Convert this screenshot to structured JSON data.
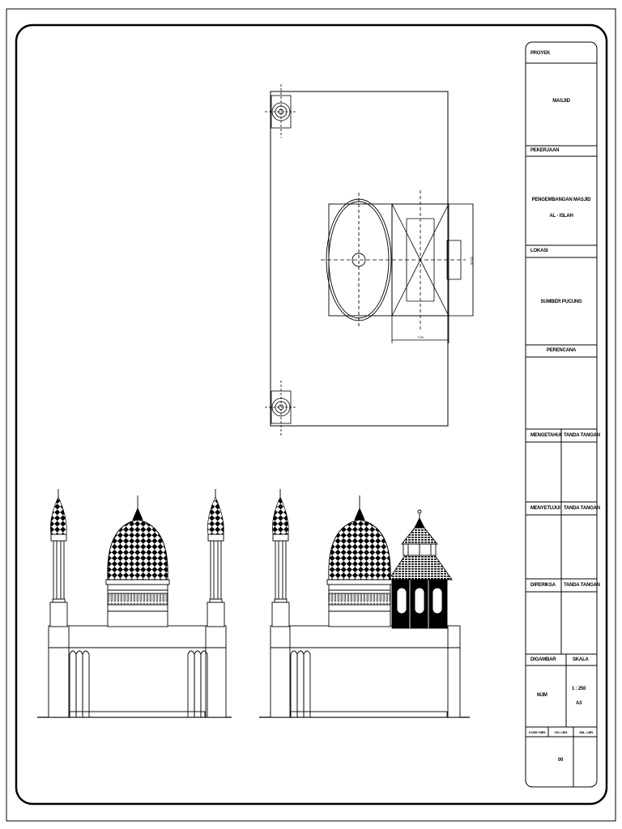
{
  "title_block": {
    "proyek_label": "PROYEK",
    "proyek_value": "MASJID",
    "pekerjaan_label": "PEKERJAAN",
    "pekerjaan_line1": "PENGEMBANGAN MASJID",
    "pekerjaan_line2": "AL - ISLAH",
    "lokasi_label": "LOKASI",
    "lokasi_value": "SUMBER PUCUNG",
    "perencana_label": "PERENCANA",
    "mengetahui_label": "MENGETAHUI",
    "menyetujui_label": "MENYETUJUI",
    "diperiksa_label": "DIPERIKSA",
    "tanda_tangan": "TANDA TANGAN",
    "digambar_label": "DIGAMBAR",
    "skala_label": "SKALA",
    "digambar_value": "MJM",
    "skala_value": "1 : 250",
    "paper_size": "A3",
    "kode_label": "KODE GBR.",
    "no_label": "NO. LBR.",
    "jml_label": "JML. LBR.",
    "sheet_no": "00"
  },
  "plan": {
    "dim_right": "20.00",
    "dim_bottom": "7.00"
  },
  "colors": {
    "line": "#000000",
    "paper": "#ffffff"
  }
}
